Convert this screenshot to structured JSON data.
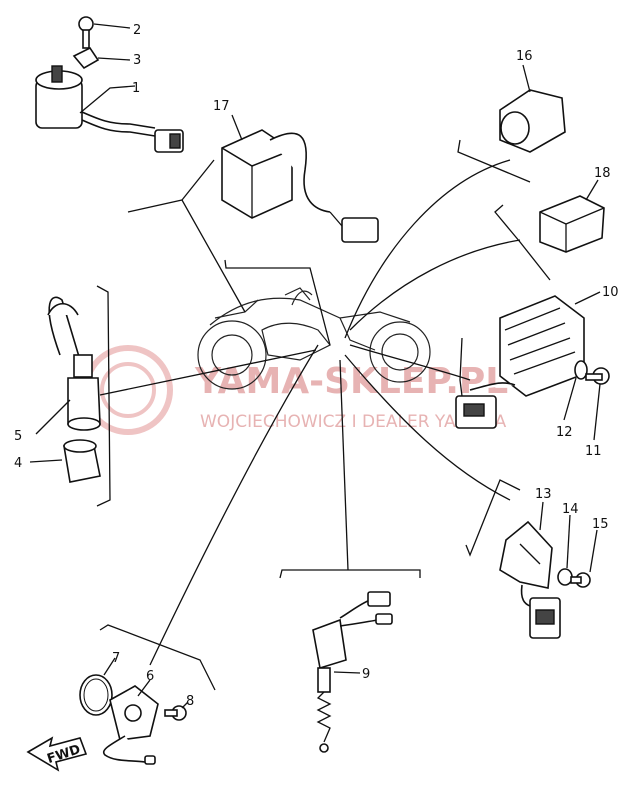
{
  "watermark": {
    "brand": "YAMA-SKLEP.PL",
    "subtitle": "WOJCIECHOWICZ I DEALER YAMAHA",
    "color": "#e7b3b3"
  },
  "callouts": {
    "c1": "1",
    "c2": "2",
    "c3": "3",
    "c4": "4",
    "c5": "5",
    "c6": "6",
    "c7": "7",
    "c8": "8",
    "c9": "9",
    "c10": "10",
    "c11": "11",
    "c12": "12",
    "c13": "13",
    "c14": "14",
    "c15": "15",
    "c16": "16",
    "c17": "17",
    "c18": "18"
  },
  "fwd_label": "FWD"
}
